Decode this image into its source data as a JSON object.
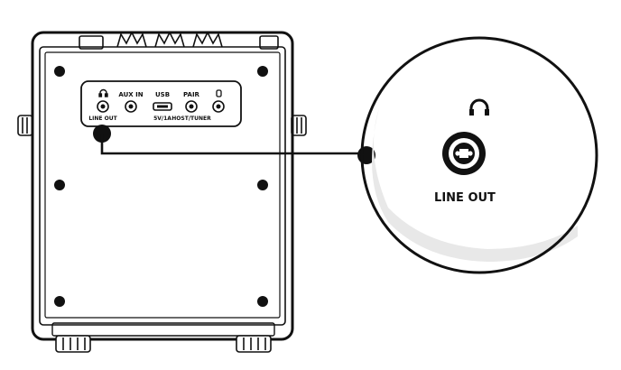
{
  "panel": {
    "labels": {
      "headphone_top": "",
      "aux_in": "AUX IN",
      "usb": "USB",
      "pair": "PAIR",
      "mic_top": "",
      "line_out_small": "LINE OUT",
      "usb_power": "5V/1A",
      "host_tuner": "HOST/TUNER"
    }
  },
  "callout": {
    "label": "LINE OUT",
    "icon": "headphone-icon"
  },
  "colors": {
    "stroke": "#111111",
    "shadow": "#e8e8e8",
    "background": "#ffffff"
  }
}
